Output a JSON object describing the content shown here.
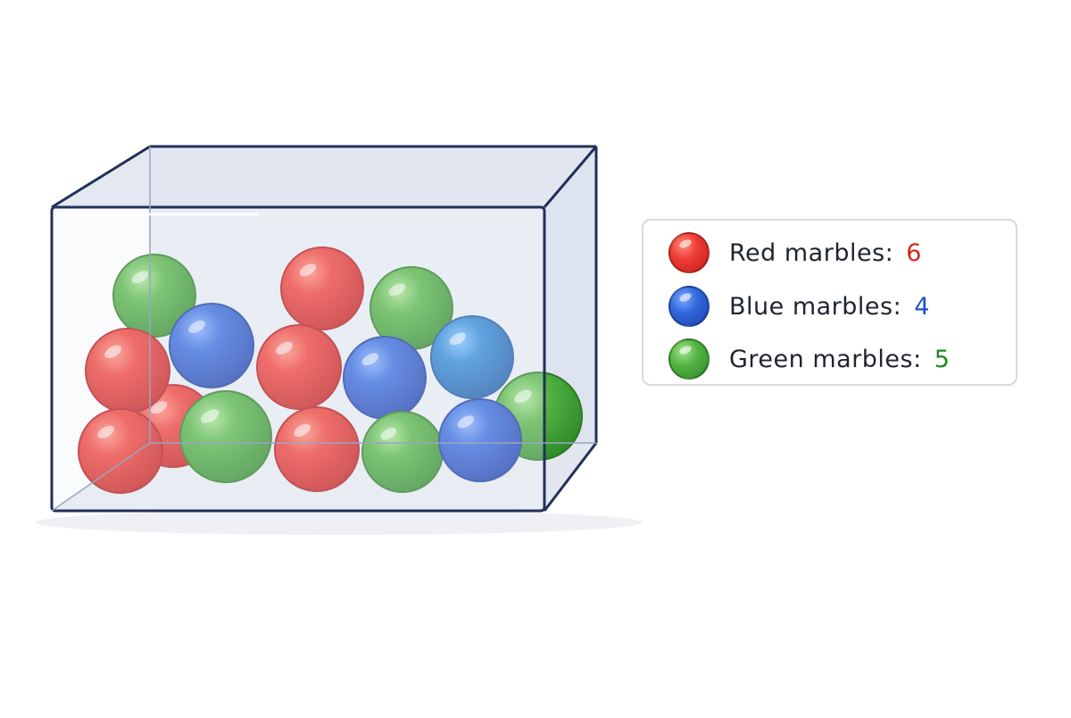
{
  "colors": {
    "red": "#e53535",
    "blue": "#2f63d9",
    "green": "#4caf3e",
    "red_text": "#d42a1f",
    "blue_text": "#1f4fcc",
    "green_text": "#1f8a1f",
    "box_outline": "#22305a",
    "glass": "#e9edf4"
  },
  "legend": {
    "red": {
      "label": "Red marbles:",
      "count": "6"
    },
    "blue": {
      "label": "Blue marbles:",
      "count": "4"
    },
    "green": {
      "label": "Green marbles:",
      "count": "5"
    }
  },
  "marbles": {
    "red": 6,
    "blue": 4,
    "green": 5
  }
}
